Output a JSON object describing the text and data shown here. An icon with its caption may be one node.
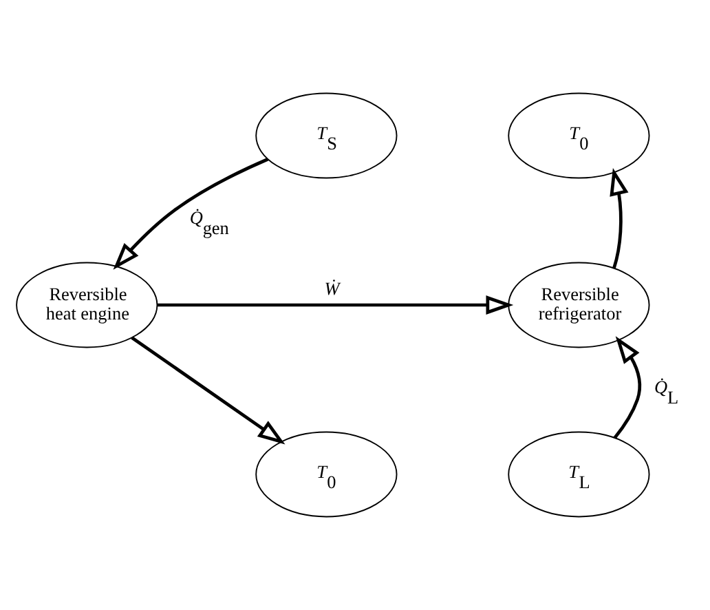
{
  "diagram": {
    "nodes": [
      {
        "text": [
          "*T*$_{S}$"
        ]
      },
      {
        "text": [
          "Reversible heat engine"
        ]
      },
      {
        "text": [
          "*T*$_{0}$"
        ]
      },
      {
        "text": [
          "*T*$_{0}$"
        ]
      },
      {
        "text": [
          "Reversible refrigerator"
        ]
      },
      {
        "text": [
          "*T*$_{L}$"
        ]
      }
    ],
    "edges": [
      {
        "from": 0,
        "to": 1,
        "arrow": "to",
        "label": "*Q̇*$_{gen}$"
      },
      {
        "from": 1,
        "to": 2,
        "arrow": "to"
      },
      {
        "from": 1,
        "to": 4,
        "arrow": "to",
        "label": "*Ẇ*"
      },
      {
        "from": 4,
        "to": 3,
        "arrow": "to"
      },
      {
        "from": 5,
        "to": 4,
        "arrow": "to",
        "label": "*Q̇*$_{L}$"
      }
    ]
  }
}
